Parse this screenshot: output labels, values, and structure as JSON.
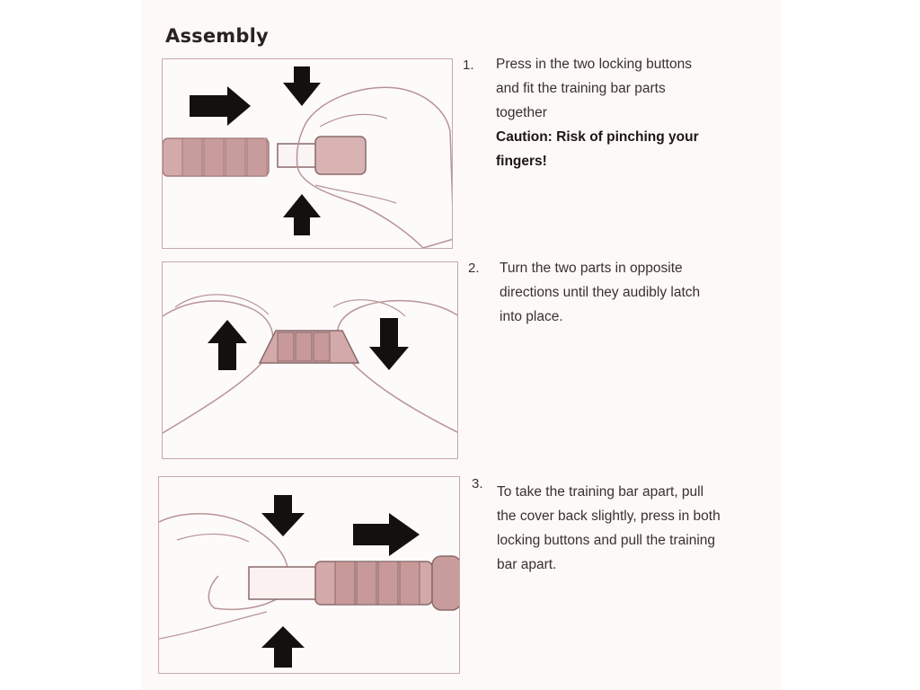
{
  "heading": "Assembly",
  "steps": [
    {
      "number": "1.",
      "lines": [
        "Press in the two locking buttons",
        "and fit the training bar parts",
        "together"
      ],
      "caution_lines": [
        "Caution: Risk of pinching your",
        "fingers!"
      ]
    },
    {
      "number": "2.",
      "lines": [
        "Turn the two parts in opposite",
        "directions until they audibly latch",
        "into place."
      ]
    },
    {
      "number": "3.",
      "lines": [
        "To take the training bar apart, pull",
        "the cover back slightly, press in both",
        "locking buttons and pull the training",
        "bar apart."
      ]
    }
  ],
  "colors": {
    "line": "#c9a8a8",
    "arrow": "#141010",
    "bar": "#c89a9a",
    "text": "#3b3030"
  }
}
